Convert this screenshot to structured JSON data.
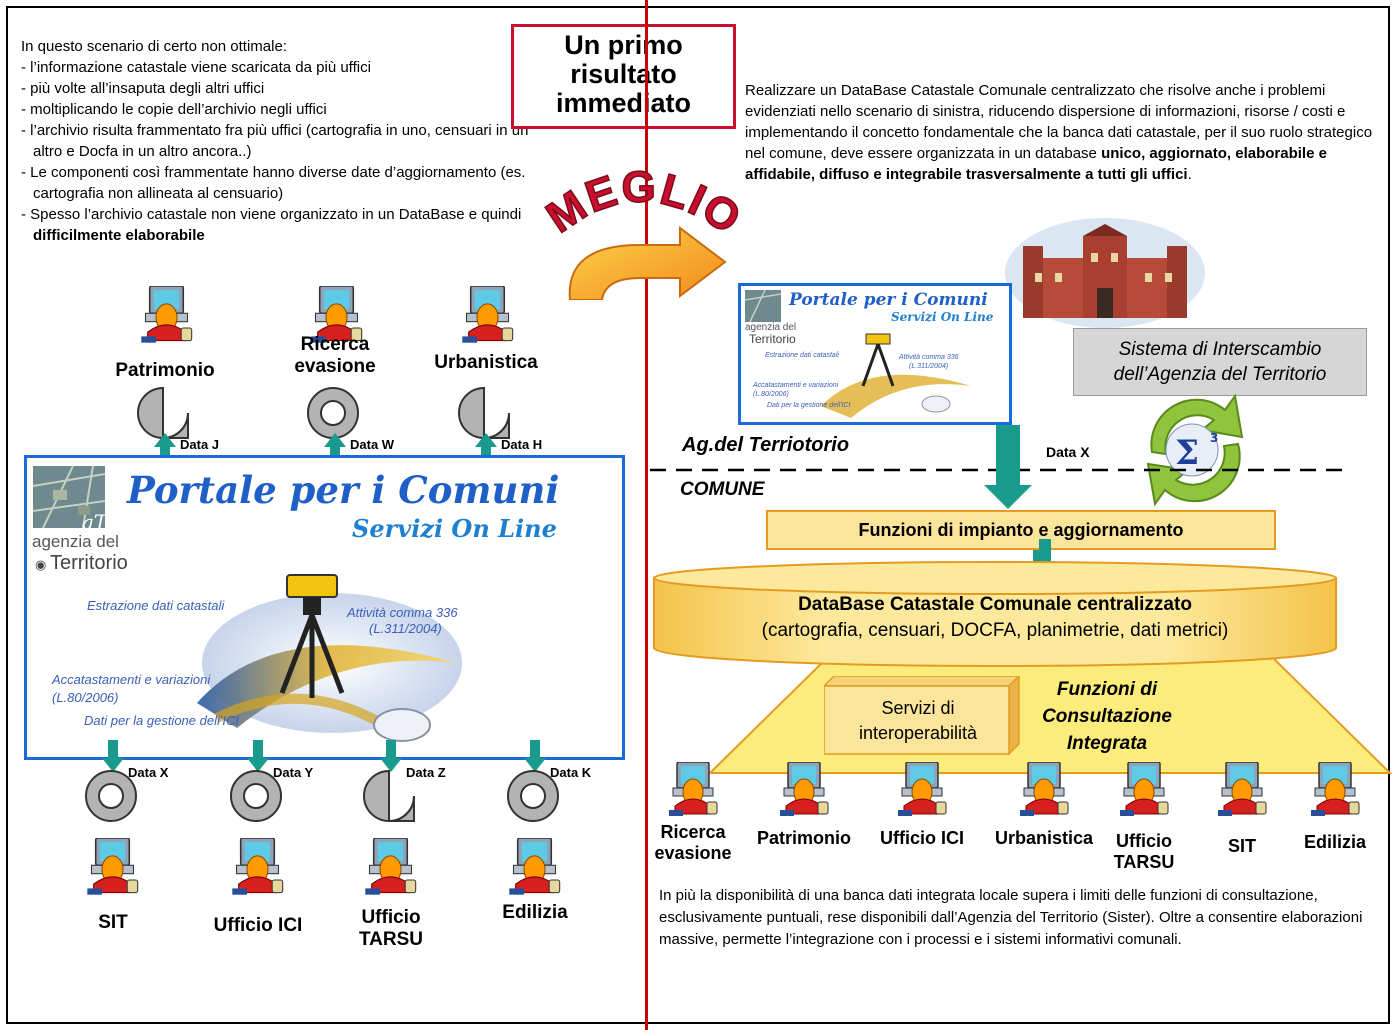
{
  "title": "Un primo risultato immediato",
  "title_lines": [
    "Un primo",
    "risultato",
    "immediato"
  ],
  "meglio": "MEGLIO",
  "left_intro": {
    "lead": "In questo scenario di certo non ottimale:",
    "bullets": [
      "- l’informazione catastale viene scaricata da più uffici",
      "- più volte all’insaputa degli altri uffici",
      "- moltiplicando le copie dell’archivio negli uffici",
      "- l’archivio risulta frammentato fra più uffici (cartografia in uno, censuari in un altro e Docfa in un altro ancora..)",
      "- Le componenti così frammentate hanno diverse date d’aggiornamento (es. cartografia non allineata al censuario)"
    ],
    "last_bullet_start": "- Spesso l’archivio catastale non viene organizzato in un DataBase e quindi ",
    "last_bullet_bold": "difficilmente elaborabile"
  },
  "top_offices": [
    {
      "label_lines": [
        "Patrimonio"
      ],
      "data": "Data J",
      "shape": "cd-pie"
    },
    {
      "label_lines": [
        "Ricerca",
        "evasione"
      ],
      "data": "Data W",
      "shape": "cd"
    },
    {
      "label_lines": [
        "Urbanistica"
      ],
      "data": "Data H",
      "shape": "cd-pie"
    }
  ],
  "bottom_offices": [
    {
      "label_lines": [
        "SIT"
      ],
      "data": "Data X",
      "shape": "cd"
    },
    {
      "label_lines": [
        "Ufficio ICI"
      ],
      "data": "Data Y",
      "shape": "cd"
    },
    {
      "label_lines": [
        "Ufficio",
        "TARSU"
      ],
      "data": "Data Z",
      "shape": "cd-pie"
    },
    {
      "label_lines": [
        "Edilizia"
      ],
      "data": "Data K",
      "shape": "cd"
    }
  ],
  "portal": {
    "title": "Portale per i Comuni",
    "subtitle": "Servizi On Line",
    "agency_small": "aT",
    "agency_line1": "agenzia del",
    "agency_line2": "Territorio",
    "items": [
      "Estrazione dati catastali",
      "Attività comma 336",
      "(L.311/2004)",
      "Accatastamenti e variazioni",
      "(L.80/2006)",
      "Dati per la gestione dell'ICI"
    ]
  },
  "right_intro": {
    "text_start": "Realizzare un DataBase Catastale Comunale centralizzato che risolve anche i problemi evidenziati nello scenario di sinistra, riducendo dispersione di informazioni, risorse / costi e implementando il concetto fondamentale che la banca dati catastale, per il suo ruolo strategico nel comune, deve essere organizzata in un database ",
    "text_bold": "unico, aggiornato, elaborabile e affidabile, diffuso e integrabile trasversalmente a tutti gli uffici",
    "text_end": "."
  },
  "sistema_lines": [
    "Sistema di Interscambio",
    "dell’Agenzia del Territorio"
  ],
  "ag_label": "Ag.del Terriotorio",
  "comune_label": "COMUNE",
  "data_x_right": "Data X",
  "funzioni_impianto": "Funzioni di impianto e aggiornamento",
  "database_title": "DataBase Catastale Comunale centralizzato",
  "database_sub": "(cartografia, censuari, DOCFA, planimetrie, dati metrici)",
  "servizi_lines": [
    "Servizi di",
    "interoperabilità"
  ],
  "consultazione_lines": [
    "Funzioni di",
    "Consultazione",
    "Integrata"
  ],
  "right_offices": [
    {
      "label_lines": [
        "Ricerca",
        "evasione"
      ]
    },
    {
      "label_lines": [
        "Patrimonio"
      ]
    },
    {
      "label_lines": [
        "Ufficio ICI"
      ]
    },
    {
      "label_lines": [
        "Urbanistica"
      ]
    },
    {
      "label_lines": [
        "Ufficio",
        "TARSU"
      ]
    },
    {
      "label_lines": [
        "SIT"
      ]
    },
    {
      "label_lines": [
        "Edilizia"
      ]
    }
  ],
  "bottom_note": "In più la disponibilità di una banca dati integrata locale supera i limiti delle funzioni di consultazione, esclusivamente puntuali, rese disponibili dall’Agenzia del Territorio (Sister). Oltre a consentire elaborazioni massive, permette l’integrazione con i processi e i sistemi informativi comunali.",
  "colors": {
    "accent_red": "#c8102e",
    "portal_blue": "#1a6ad8",
    "arrow_teal": "#1a9a8c",
    "db_yellow": "#fbe59a",
    "funnel_yellow": "#fcec7c"
  }
}
